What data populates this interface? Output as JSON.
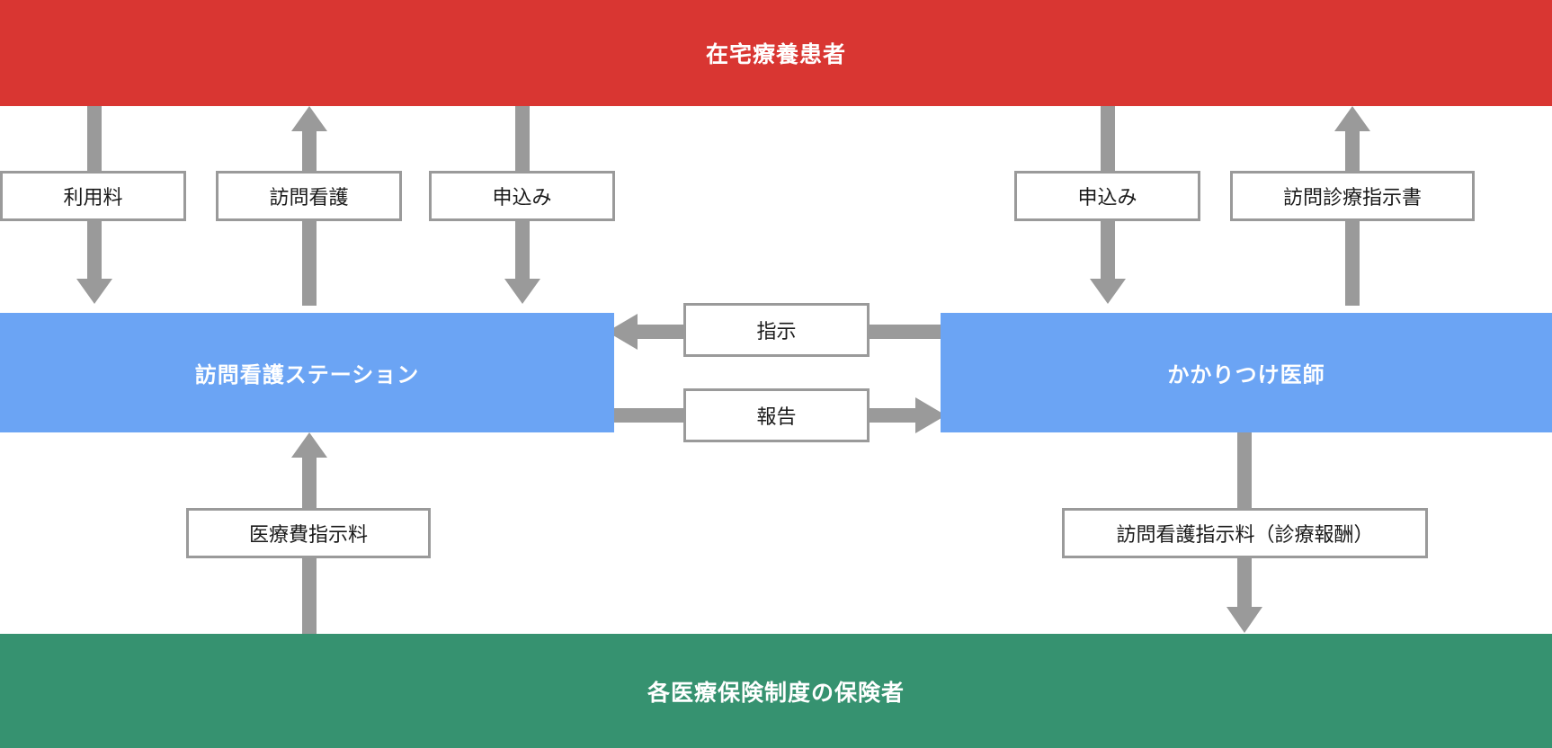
{
  "diagram": {
    "title_text": "在宅療養患者",
    "colors": {
      "patient_band": "#d93632",
      "actor_band": "#6ba4f4",
      "insurer_band": "#369270",
      "arrow": "#9a9a9a",
      "label_border": "#9a9a9a",
      "label_text": "#1a1a1a",
      "band_text": "#ffffff"
    },
    "nodes": {
      "patient": "在宅療養患者",
      "station": "訪問看護ステーション",
      "doctor": "かかりつけ医師",
      "insurer": "各医療保険制度の保険者"
    },
    "flows": [
      {
        "id": "usage-fee",
        "label": "利用料",
        "from": "station",
        "to": "patient",
        "direction": "down"
      },
      {
        "id": "home-nursing",
        "label": "訪問看護",
        "from": "station",
        "to": "patient",
        "direction": "up"
      },
      {
        "id": "application-station",
        "label": "申込み",
        "from": "patient",
        "to": "station",
        "direction": "down"
      },
      {
        "id": "application-doctor",
        "label": "申込み",
        "from": "patient",
        "to": "doctor",
        "direction": "down"
      },
      {
        "id": "home-care-order",
        "label": "訪問診療指示書",
        "from": "doctor",
        "to": "patient",
        "direction": "up"
      },
      {
        "id": "instruction",
        "label": "指示",
        "from": "doctor",
        "to": "station",
        "direction": "left"
      },
      {
        "id": "report",
        "label": "報告",
        "from": "station",
        "to": "doctor",
        "direction": "right"
      },
      {
        "id": "medical-fee-order",
        "label": "医療費指示料",
        "from": "insurer",
        "to": "station",
        "direction": "up"
      },
      {
        "id": "nursing-order-fee",
        "label": "訪問看護指示料（診療報酬）",
        "from": "doctor",
        "to": "insurer",
        "direction": "down"
      }
    ]
  }
}
